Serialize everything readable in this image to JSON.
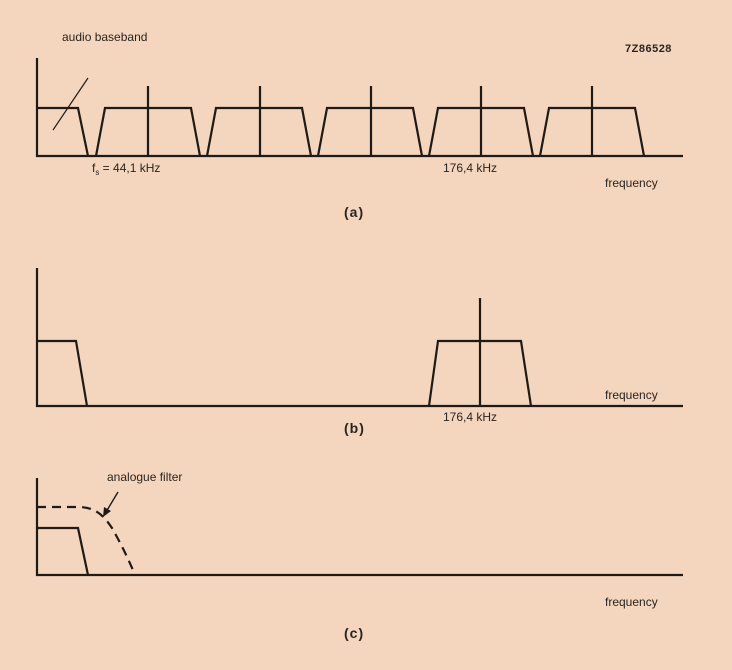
{
  "figure_id": "7Z86528",
  "panels": [
    {
      "id": "a",
      "caption": "(a)",
      "annotation": "audio baseband",
      "label_fs_prefix": "f",
      "label_fs_sub": "s",
      "label_fs_value": " = 44,1 kHz",
      "label_high": "176,4 kHz",
      "xlabel": "frequency"
    },
    {
      "id": "b",
      "caption": "(b)",
      "label_high": "176,4 kHz",
      "xlabel": "frequency"
    },
    {
      "id": "c",
      "caption": "(c)",
      "annotation": "analogue filter",
      "xlabel": "frequency"
    }
  ],
  "colors": {
    "background": "#f3d6bd",
    "ink": "#1e1a17"
  }
}
